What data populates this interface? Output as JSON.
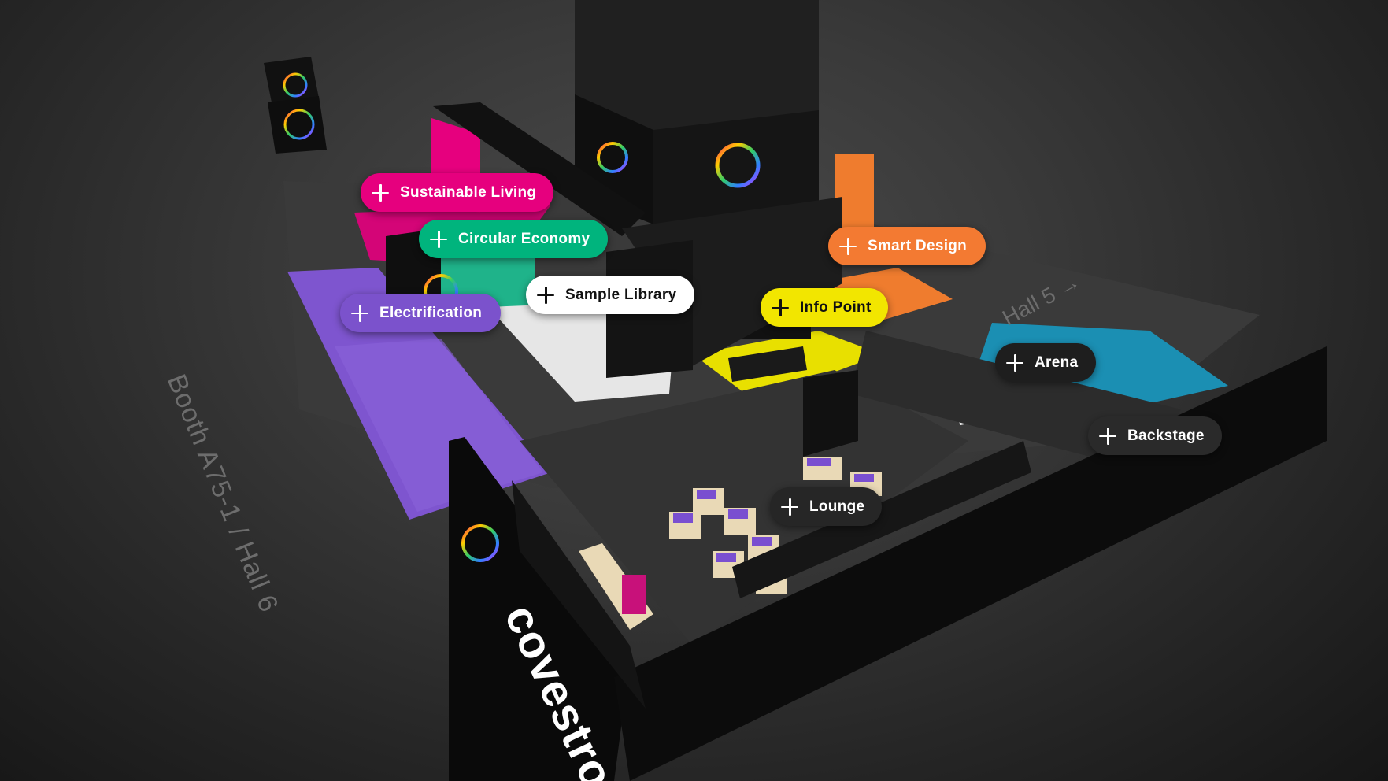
{
  "floor_labels": {
    "booth": "Booth A75-1 / Hall 6",
    "hall": "Hall 5 →"
  },
  "branding": {
    "logo_text": "covestro"
  },
  "hotspots": [
    {
      "key": "sustainable-living",
      "label": "Sustainable Living",
      "bg": "#e6007e",
      "fg": "#ffffff"
    },
    {
      "key": "circular-economy",
      "label": "Circular Economy",
      "bg": "#00b47d",
      "fg": "#ffffff"
    },
    {
      "key": "electrification",
      "label": "Electrification",
      "bg": "#7b52cc",
      "fg": "#ffffff"
    },
    {
      "key": "sample-library",
      "label": "Sample Library",
      "bg": "#ffffff",
      "fg": "#111111"
    },
    {
      "key": "smart-design",
      "label": "Smart Design",
      "bg": "#f37a32",
      "fg": "#ffffff"
    },
    {
      "key": "info-point",
      "label": "Info Point",
      "bg": "#f2e600",
      "fg": "#111111"
    },
    {
      "key": "arena",
      "label": "Arena",
      "bg": "#1e1e1e",
      "fg": "#ffffff"
    },
    {
      "key": "backstage",
      "label": "Backstage",
      "bg": "#2a2a2a",
      "fg": "#ffffff"
    },
    {
      "key": "lounge",
      "label": "Lounge",
      "bg": "#262626",
      "fg": "#ffffff"
    }
  ],
  "colors": {
    "purple_zone": "#7e55cf",
    "magenta_zone": "#e6007e",
    "teal_zone": "#1fb38a",
    "orange_zone": "#ef7c2e",
    "yellow_zone": "#e8e000",
    "blue_zone": "#1b8fb3",
    "lounge_seat": "#e9d9b6",
    "lounge_cushion": "#7a4fd0"
  }
}
